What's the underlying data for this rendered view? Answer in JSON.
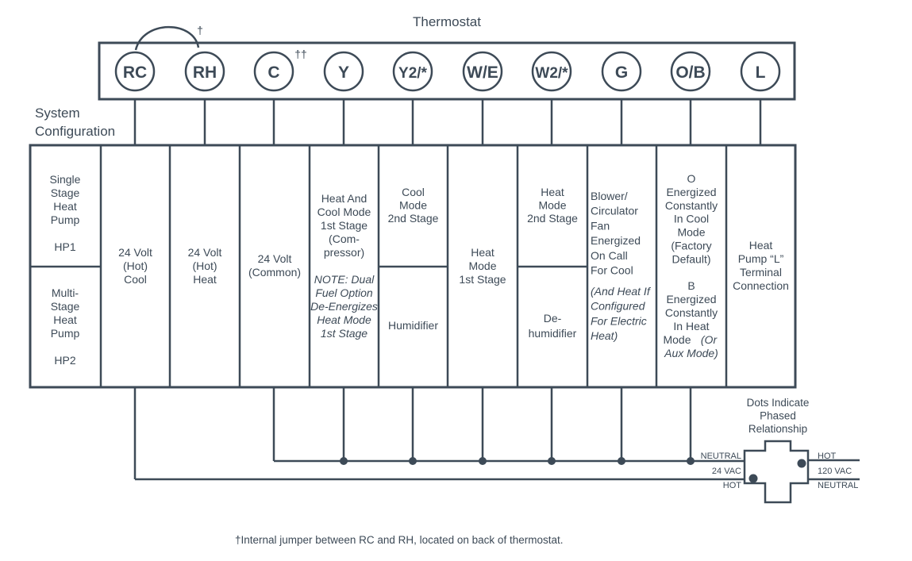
{
  "thermostat": {
    "title": "Thermostat",
    "terminals": [
      "RC",
      "RH",
      "C",
      "Y",
      "Y2/*",
      "W/E",
      "W2/*",
      "G",
      "O/B",
      "L"
    ],
    "jumper_mark": "†",
    "c_mark": "††"
  },
  "system_config": {
    "label_lines": [
      "System",
      "Configuration"
    ],
    "hp1": {
      "lines": [
        "Single",
        "Stage",
        "Heat",
        "Pump",
        "",
        "HP1"
      ]
    },
    "hp2": {
      "lines": [
        "Multi-",
        "Stage",
        "Heat",
        "Pump",
        "",
        "HP2"
      ]
    }
  },
  "columns": [
    {
      "terminal": "RC",
      "lines": [
        "24 Volt",
        "(Hot)",
        "Cool"
      ]
    },
    {
      "terminal": "RH",
      "lines": [
        "24 Volt",
        "(Hot)",
        "Heat"
      ]
    },
    {
      "terminal": "C",
      "lines": [
        "24 Volt",
        "(Common)"
      ]
    },
    {
      "terminal": "Y",
      "lines": [
        "Heat And",
        "Cool Mode",
        "1st Stage",
        "(Com-",
        "pressor)"
      ],
      "note_lines": [
        "NOTE: Dual",
        "Fuel Option",
        "De-Energizes",
        "Heat Mode",
        "1st Stage"
      ]
    },
    {
      "terminal": "Y2/*",
      "top_lines": [
        "Cool",
        "Mode",
        "2nd Stage"
      ],
      "bottom_lines": [
        "Humidifier"
      ]
    },
    {
      "terminal": "W/E",
      "lines": [
        "Heat",
        "Mode",
        "1st Stage"
      ]
    },
    {
      "terminal": "W2/*",
      "top_lines": [
        "Heat",
        "Mode",
        "2nd Stage"
      ],
      "bottom_lines": [
        "De-",
        "humidifier"
      ]
    },
    {
      "terminal": "G",
      "lines": [
        "Blower/",
        "Circulator",
        "Fan",
        "Energized",
        "On Call",
        "For Cool"
      ],
      "note_lines": [
        "(And Heat If",
        "Configured",
        "For Electric",
        "Heat)"
      ]
    },
    {
      "terminal": "O/B",
      "lines": [
        "O",
        "Energized",
        "Constantly",
        "In Cool",
        "Mode",
        "(Factory",
        "Default)",
        "",
        "B",
        "Energized",
        "Constantly",
        "In Heat",
        "Mode"
      ],
      "note_lines": [
        "(Or",
        "Aux Mode)"
      ]
    },
    {
      "terminal": "L",
      "lines": [
        "Heat",
        "Pump “L”",
        "Terminal",
        "Connection"
      ]
    }
  ],
  "transformer": {
    "caption_lines": [
      "Dots Indicate",
      "Phased",
      "Relationship"
    ],
    "left_labels": [
      "NEUTRAL",
      "24 VAC",
      "HOT"
    ],
    "right_labels": [
      "HOT",
      "120 VAC",
      "NEUTRAL"
    ]
  },
  "footnote": "†Internal jumper between RC and RH, located on back of thermostat.",
  "colors": {
    "ink": "#3d4a57",
    "background": "#ffffff"
  }
}
